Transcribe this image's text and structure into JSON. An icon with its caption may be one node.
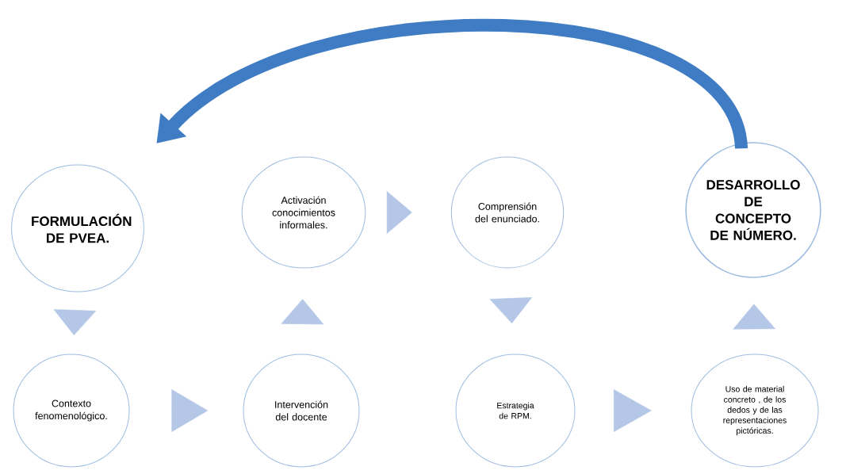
{
  "diagram": {
    "nodes": [
      {
        "text": [
          "FORMULACIÓN DE PVEA."
        ]
      },
      {
        "text": [
          "Activación conocimientos informales."
        ]
      },
      {
        "text": [
          "Comprensión del enunciado."
        ]
      },
      {
        "text": [
          "DESARROLLO DE CONCEPTO DE NÚMERO."
        ]
      },
      {
        "text": [
          "Contexto fenomenológico."
        ]
      },
      {
        "text": [
          "Intervención del docente"
        ]
      },
      {
        "text": [
          "Estrategia de RPM."
        ]
      },
      {
        "text": [
          "Uso de material concreto , de los dedos y de las representaciones pictóricas."
        ]
      }
    ],
    "edges": [
      {
        "from": 0,
        "to": 4,
        "arrow": "to"
      },
      {
        "from": 4,
        "to": 5,
        "arrow": "to"
      },
      {
        "from": 5,
        "to": 1,
        "arrow": "to"
      },
      {
        "from": 1,
        "to": 2,
        "arrow": "to"
      },
      {
        "from": 2,
        "to": 6,
        "arrow": "to"
      },
      {
        "from": 6,
        "to": 7,
        "arrow": "to"
      },
      {
        "from": 7,
        "to": 3,
        "arrow": "to"
      },
      {
        "from": 3,
        "to": 0,
        "arrow": "to",
        "color": "#3f7cc4"
      }
    ]
  }
}
